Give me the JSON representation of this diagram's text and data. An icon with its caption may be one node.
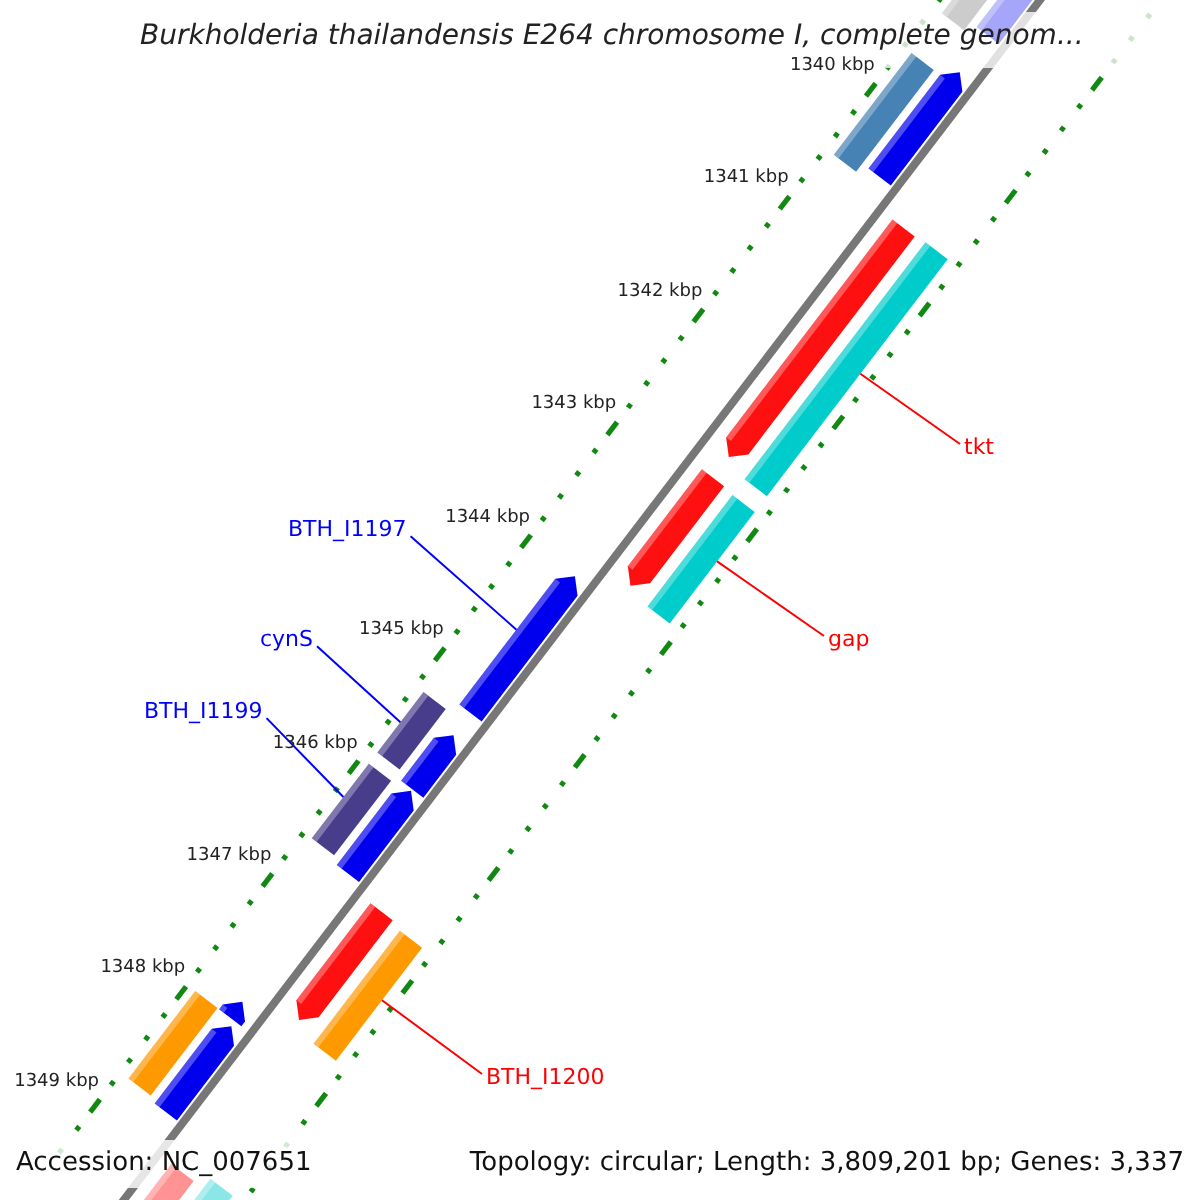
{
  "diagram": {
    "title": "Burkholderia thailandensis E264 chromosome I, complete genom...",
    "nodes": [
      {
        "text": [],
        "shape": "bar"
      },
      {
        "text": [],
        "shape": "bar"
      },
      {
        "text": [],
        "shape": "bar"
      },
      {
        "text": [],
        "shape": "arrow"
      },
      {
        "text": [],
        "shape": "arrow"
      },
      {
        "text": [],
        "shape": "bar"
      },
      {
        "text": [
          "tkt"
        ]
      },
      {
        "text": [
          "BTH_I1197"
        ]
      },
      {
        "text": [],
        "shape": "arrow"
      },
      {
        "text": [],
        "shape": "bar"
      },
      {
        "text": [
          "gap"
        ]
      },
      {
        "text": [
          "cynS"
        ]
      },
      {
        "text": [],
        "shape": "arrow"
      },
      {
        "text": [
          "BTH_I1199"
        ]
      },
      {
        "text": [],
        "shape": "bar"
      },
      {
        "text": [],
        "shape": "arrow"
      },
      {
        "text": [],
        "shape": "bar"
      },
      {
        "text": [],
        "shape": "arrow"
      },
      {
        "text": [],
        "shape": "arrow"
      },
      {
        "text": [],
        "shape": "bar"
      },
      {
        "text": [],
        "shape": "arrow"
      },
      {
        "text": [],
        "shape": "bar"
      },
      {
        "text": [],
        "shape": "arrow"
      },
      {
        "text": [
          "BTH_I1200"
        ]
      },
      {
        "text": [],
        "shape": "bar"
      },
      {
        "text": [],
        "shape": "bar"
      }
    ],
    "edges": [
      {
        "from": 6,
        "to": 5,
        "arrow": "none",
        "color": "#ff0000"
      },
      {
        "from": 7,
        "to": 12,
        "arrow": "none",
        "color": "#0000ff"
      },
      {
        "from": 10,
        "to": 9,
        "arrow": "none",
        "color": "#ff0000"
      },
      {
        "from": 11,
        "to": 14,
        "arrow": "none",
        "color": "#0000ff"
      },
      {
        "from": 13,
        "to": 16,
        "arrow": "none",
        "color": "#0000ff"
      },
      {
        "from": 23,
        "to": 19,
        "arrow": "none",
        "color": "#ff0000"
      }
    ],
    "labels": [
      "1340 kbp",
      "1341 kbp",
      "1342 kbp",
      "1343 kbp",
      "1344 kbp",
      "1345 kbp",
      "1346 kbp",
      "1347 kbp",
      "1348 kbp",
      "1349 kbp",
      "Accession: NC_007651",
      "Topology: circular; Length: 3,809,201 bp; Genes: 3,337"
    ]
  }
}
